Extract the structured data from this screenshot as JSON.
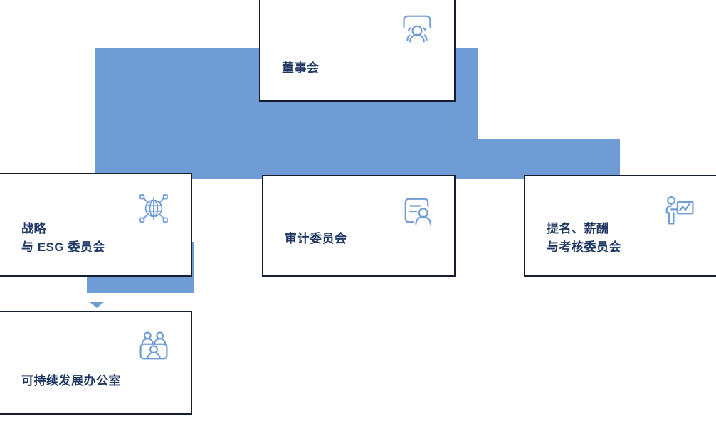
{
  "theme": {
    "connector_color": "#6f9cd5",
    "card_border_color": "#151d2e",
    "text_color": "#1f3864",
    "icon_color": "#6f9cd5",
    "background": "#ffffff"
  },
  "nodes": {
    "board": {
      "label": "董事会",
      "icon": "board-meeting-icon"
    },
    "strategy": {
      "label": "战略\n与 ESG 委员会",
      "icon": "globe-network-icon"
    },
    "audit": {
      "label": "审计委员会",
      "icon": "document-person-icon"
    },
    "nomination": {
      "label": "提名、薪酬\n与考核委员会",
      "icon": "presenter-chart-icon"
    },
    "office": {
      "label": "可持续发展办公室",
      "icon": "people-group-icon"
    }
  }
}
